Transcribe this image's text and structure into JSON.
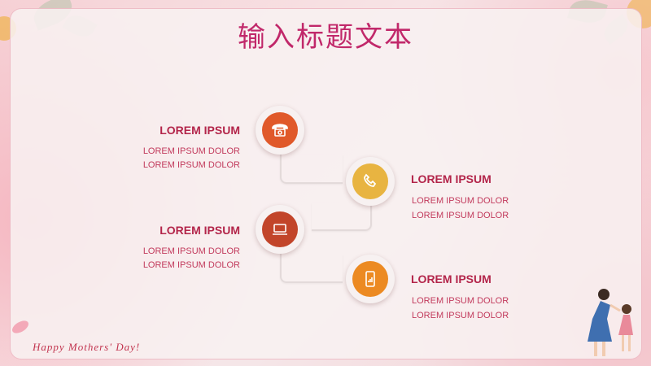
{
  "title": "输入标题文本",
  "items": [
    {
      "heading": "LOREM IPSUM",
      "line1": "LOREM IPSUM DOLOR",
      "line2": "LOREM IPSUM DOLOR",
      "icon": "telephone-icon",
      "color": "#e0592a"
    },
    {
      "heading": "LOREM IPSUM",
      "line1": "LOREM IPSUM DOLOR",
      "line2": "LOREM IPSUM DOLOR",
      "icon": "phone-handset-icon",
      "color": "#e8b441"
    },
    {
      "heading": "LOREM IPSUM",
      "line1": "LOREM IPSUM DOLOR",
      "line2": "LOREM IPSUM DOLOR",
      "icon": "laptop-icon",
      "color": "#c2452a"
    },
    {
      "heading": "LOREM IPSUM",
      "line1": "LOREM IPSUM DOLOR",
      "line2": "LOREM IPSUM DOLOR",
      "icon": "tablet-chart-icon",
      "color": "#ec8a22"
    }
  ],
  "footer": "Happy  Mothers'  Day!"
}
